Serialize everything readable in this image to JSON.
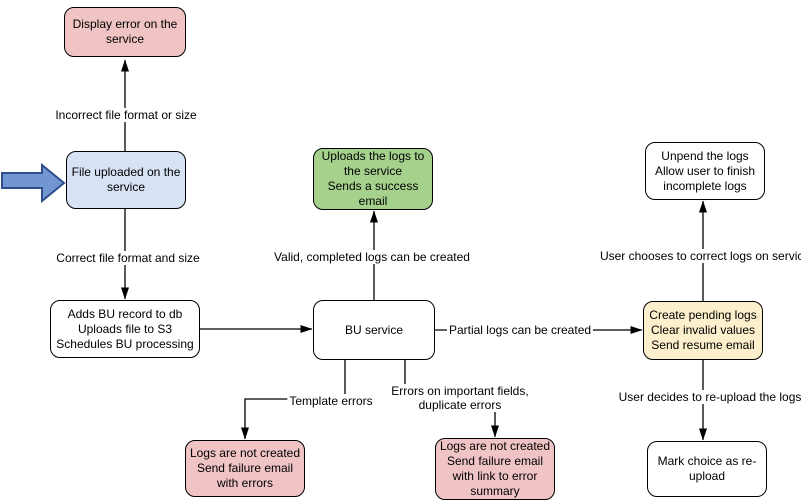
{
  "palette": {
    "error_fill": "#F0C4C5",
    "start_fill": "#D7E3F5",
    "success_fill": "#A5D18D",
    "pending_fill": "#FBF0CB",
    "neutral_fill": "#FFFFFF",
    "stroke": "#000000",
    "block_arrow_fill": "#7296D2",
    "block_arrow_stroke": "#2F4E8C"
  },
  "nodes": {
    "display_error": "Display error on the\nservice",
    "file_uploaded": "File uploaded on the\nservice",
    "adds_bu_record": "Adds BU record to db\nUploads file to S3\nSchedules BU processing",
    "bu_service": "BU service",
    "uploads_logs": "Uploads the logs to\nthe service\nSends a success\nemail",
    "logs_not_created_errors": "Logs are not created\nSend failure email\nwith errors",
    "logs_not_created_summary": "Logs are not created\nSend failure email\nwith link to error\nsummary",
    "unpend_logs": "Unpend the logs\nAllow user to finish\nincomplete logs",
    "create_pending_logs": "Create pending logs\nClear invalid values\nSend resume email",
    "mark_reupload": "Mark choice as re-\nupload"
  },
  "edge_labels": {
    "incorrect_format": "Incorrect file format or size",
    "correct_format": "Correct file format and size",
    "valid_logs": "Valid, completed logs can be created",
    "partial_logs": "Partial logs can be created",
    "template_errors": "Template errors",
    "important_field_errors": "Errors on important fields,\nduplicate errors",
    "user_corrects": "User chooses to correct logs on service",
    "user_reuploads": "User decides to re-upload the logs"
  }
}
